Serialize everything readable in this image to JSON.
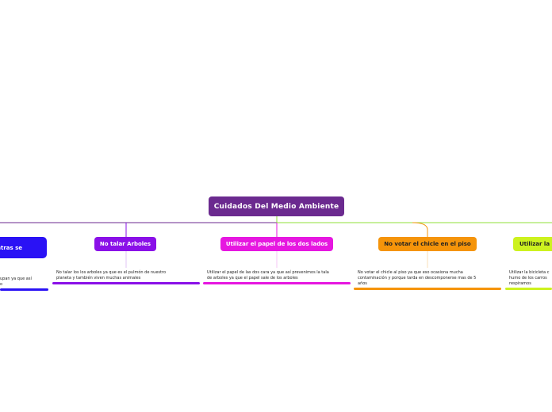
{
  "central": {
    "label": "Cuidados Del Medio Ambiente",
    "color": "#6b2a8f"
  },
  "branches": [
    {
      "id": "left-cut",
      "label": "ntras se",
      "color": "#2a12f5",
      "description": "upan ya que así\no"
    },
    {
      "id": "no-talar",
      "label": "No talar Arboles",
      "color": "#8a10e8",
      "description": "No talar los los arboles ya que es el pulmón de nuestro\nplaneta y también viven muchas animales"
    },
    {
      "id": "papel",
      "label": "Utilizar el papel de los dos lados",
      "color": "#e617e0",
      "description": "Utilizar el papel de las dos cara ya que así prevenimos la tala\nde arboles ya que el papel sale de los arboles"
    },
    {
      "id": "chicle",
      "label": "No votar el chicle en el piso",
      "color": "#f5940a",
      "description": "No votar el chicle al piso ya que eso ocasiona mucha\ncontaminación y porque tarda en descomponerse mas de 5\naños"
    },
    {
      "id": "bicicleta",
      "label": "Utilizar la",
      "color": "#cdf21f",
      "description": "Utilizar la bicicleta c\nhumo de los carros\nrespiramos"
    }
  ]
}
